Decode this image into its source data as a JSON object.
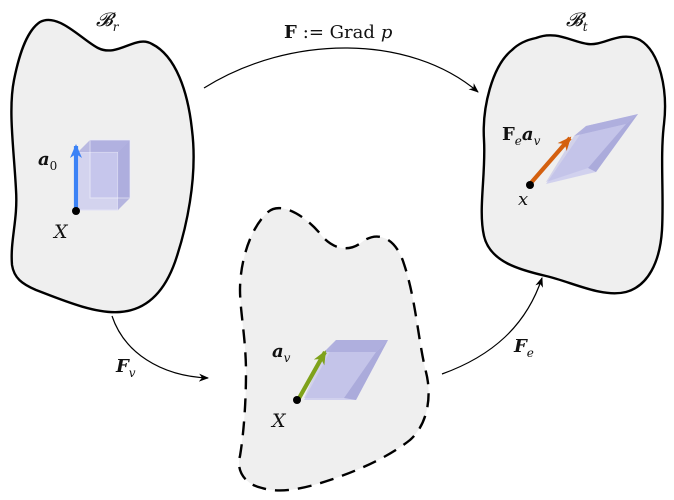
{
  "configurations": {
    "reference": {
      "label": "𝓑",
      "label_sub": "r",
      "point_label": "X",
      "vector_label": "a",
      "vector_sub": "0"
    },
    "intermediate": {
      "point_label": "X",
      "vector_label": "a",
      "vector_sub": "v"
    },
    "current": {
      "label": "𝓑",
      "label_sub": "t",
      "point_label": "x",
      "vector_label_F": "F",
      "vector_label_F_sub": "e",
      "vector_label_a": "a",
      "vector_label_a_sub": "v"
    }
  },
  "maps": {
    "total": {
      "lhs": "F",
      "op": ":= Grad",
      "arg": "p"
    },
    "viscous": {
      "symbol": "F",
      "sub": "v"
    },
    "elastic": {
      "symbol": "F",
      "sub": "e"
    }
  },
  "colors": {
    "body_fill": "#efefef",
    "outline": "#000000",
    "cube": "#b9b9e8",
    "vector_a0": "#3b82f6",
    "vector_av": "#7fa21b",
    "vector_Feav": "#d4600f"
  }
}
